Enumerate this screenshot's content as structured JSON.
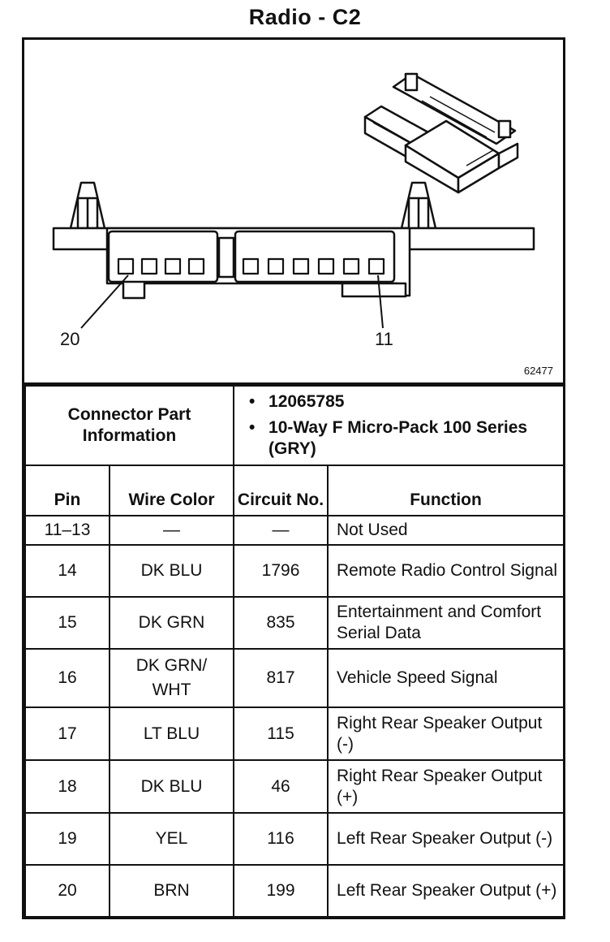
{
  "title": "Radio - C2",
  "diagram": {
    "label_left_pin": "20",
    "label_right_pin": "11",
    "figure_number": "62477"
  },
  "connector_info": {
    "label": "Connector Part Information",
    "items": [
      "12065785",
      "10-Way F Micro-Pack 100 Series (GRY)"
    ]
  },
  "table": {
    "headers": {
      "pin": "Pin",
      "wire_color": "Wire Color",
      "circuit_no": "Circuit No.",
      "function": "Function"
    },
    "rows": [
      {
        "pin": "11–13",
        "wire_color": "—",
        "circuit": "—",
        "function": "Not Used"
      },
      {
        "pin": "14",
        "wire_color": "DK BLU",
        "circuit": "1796",
        "function": "Remote Radio Control Signal"
      },
      {
        "pin": "15",
        "wire_color": "DK GRN",
        "circuit": "835",
        "function": "Entertainment and Comfort Serial Data"
      },
      {
        "pin": "16",
        "wire_color": "DK GRN/ WHT",
        "circuit": "817",
        "function": "Vehicle Speed Signal"
      },
      {
        "pin": "17",
        "wire_color": "LT BLU",
        "circuit": "115",
        "function": "Right Rear Speaker Output (-)"
      },
      {
        "pin": "18",
        "wire_color": "DK BLU",
        "circuit": "46",
        "function": "Right Rear Speaker Output (+)"
      },
      {
        "pin": "19",
        "wire_color": "YEL",
        "circuit": "116",
        "function": "Left Rear Speaker Output (-)"
      },
      {
        "pin": "20",
        "wire_color": "BRN",
        "circuit": "199",
        "function": "Left Rear Speaker Output (+)"
      }
    ]
  }
}
